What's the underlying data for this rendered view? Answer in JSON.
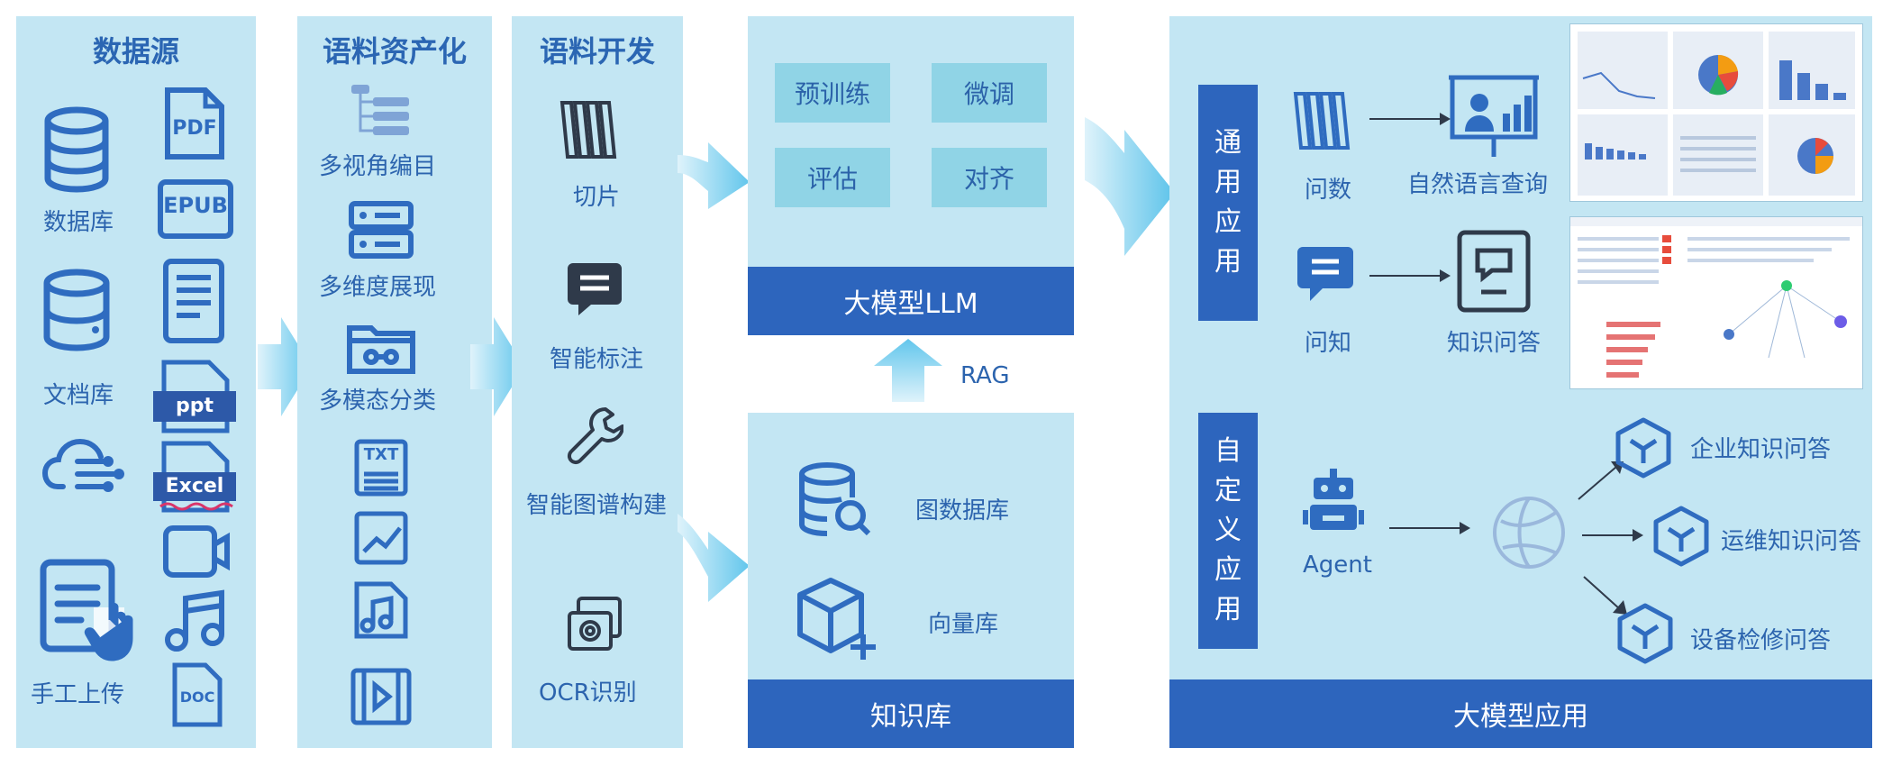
{
  "columns": {
    "sources": {
      "title": "数据源",
      "items": [
        "数据库",
        "文档库",
        "手工上传"
      ],
      "file_badges": [
        "PDF",
        "EPUB",
        "ppt",
        "Excel",
        "DOC",
        "TXT"
      ]
    },
    "assetization": {
      "title": "语料资产化",
      "items": [
        "多视角编目",
        "多维度展现",
        "多模态分类"
      ]
    },
    "development": {
      "title": "语料开发",
      "items": [
        "切片",
        "智能标注",
        "智能图谱构建",
        "OCR识别"
      ]
    }
  },
  "llm": {
    "tiles": [
      "预训练",
      "微调",
      "评估",
      "对齐"
    ],
    "bar_label": "大模型LLM",
    "rag_label": "RAG"
  },
  "knowledge": {
    "items": [
      "图数据库",
      "向量库"
    ],
    "bar_label": "知识库"
  },
  "apps": {
    "bar_label": "大模型应用",
    "general_tab": "通用应用",
    "custom_tab": "自定义应用",
    "general_items": [
      {
        "left": "问数",
        "right": "自然语言查询"
      },
      {
        "left": "问知",
        "right": "知识问答"
      }
    ],
    "agent_label": "Agent",
    "agent_targets": [
      "企业知识问答",
      "运维知识问答",
      "设备检修问答"
    ]
  },
  "colors": {
    "panel": "#c3e6f3",
    "bar": "#2d65bd",
    "tile": "#90d4e6",
    "text": "#2c64ae",
    "arrow": "#7fd0ec"
  }
}
